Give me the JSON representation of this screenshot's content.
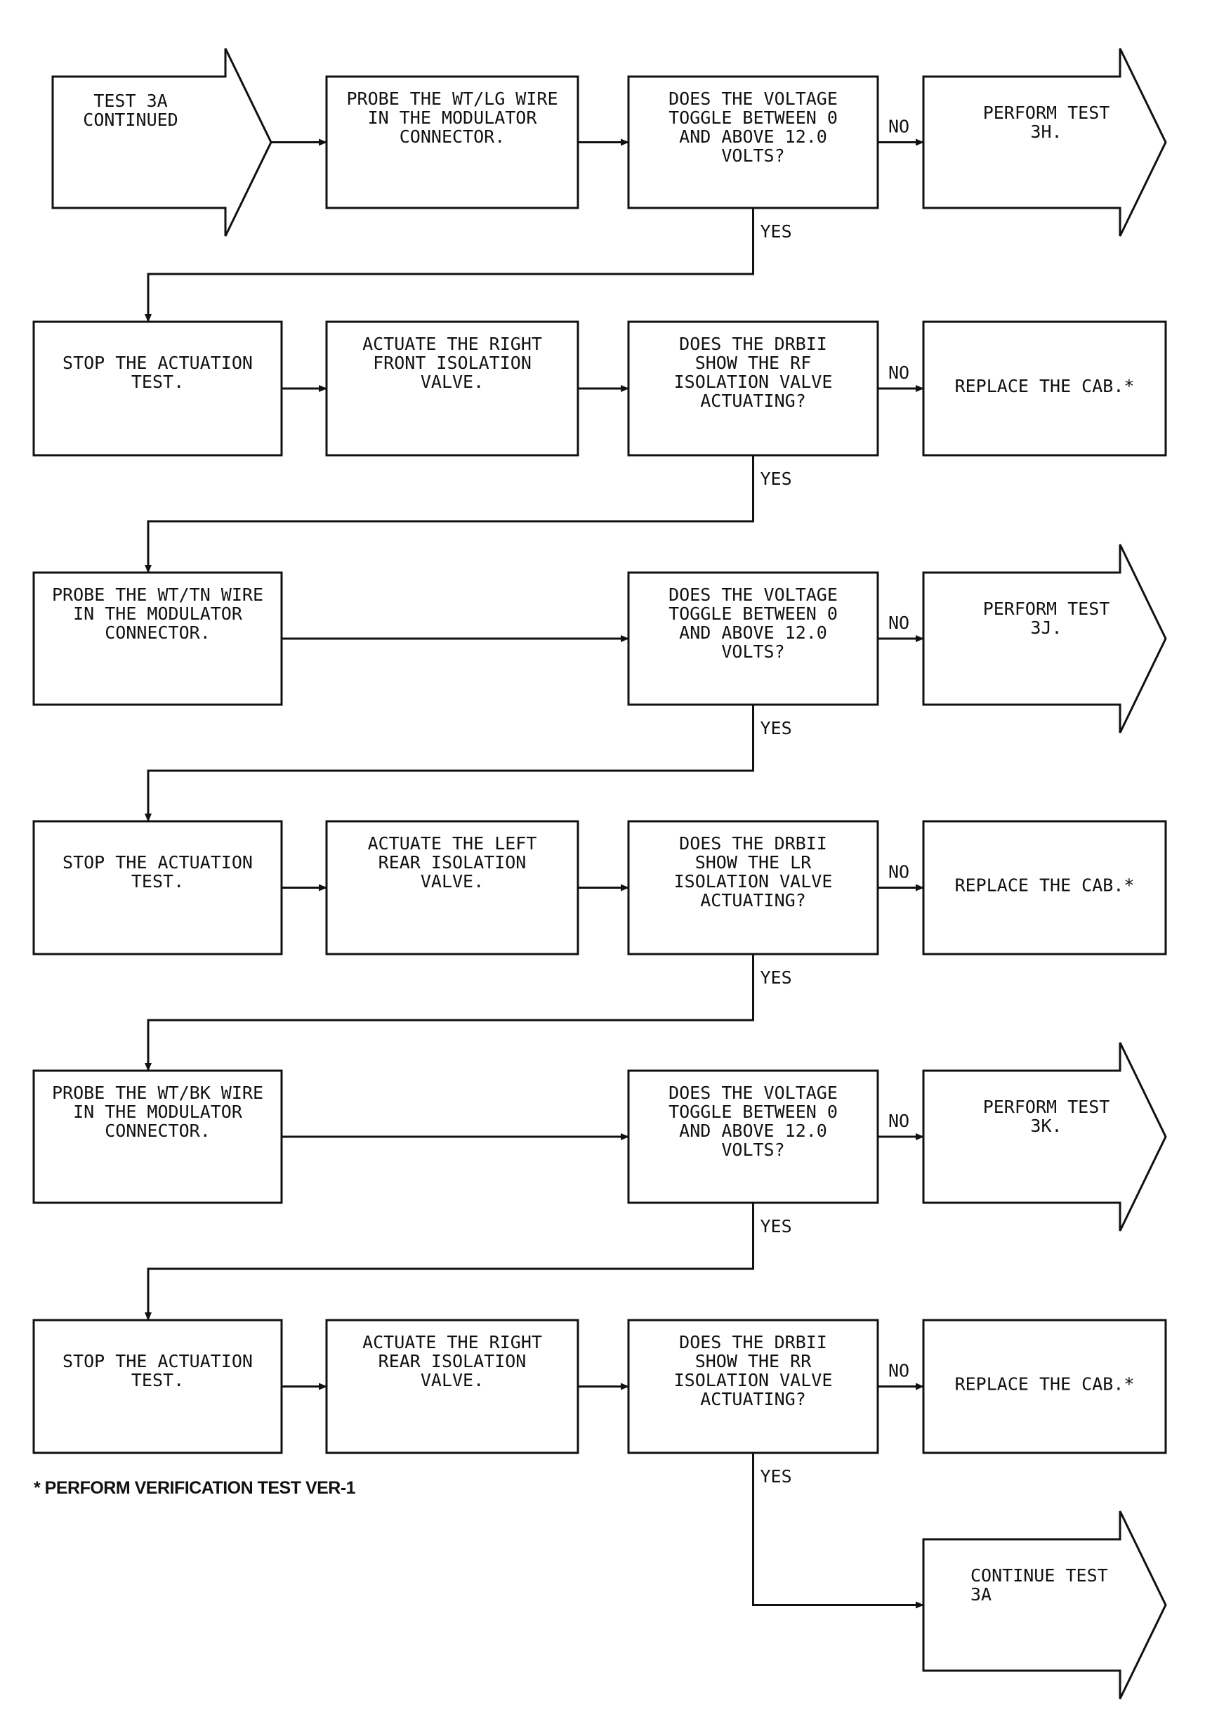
{
  "start": {
    "lines": [
      "TEST 3A",
      "CONTINUED"
    ]
  },
  "rows": [
    {
      "boxes": [
        {
          "lines": [
            "PROBE THE WT/LG WIRE",
            "IN THE MODULATOR",
            "CONNECTOR."
          ]
        },
        {
          "lines": [
            "DOES THE VOLTAGE",
            "TOGGLE BETWEEN 0",
            "AND ABOVE 12.0",
            "VOLTS?"
          ]
        }
      ],
      "no_label": "NO",
      "no_target": {
        "shape": "arrow",
        "lines": [
          "PERFORM TEST",
          "3H."
        ]
      },
      "yes_label": "YES"
    },
    {
      "boxes": [
        {
          "lines": [
            "STOP THE ACTUATION",
            "TEST."
          ]
        },
        {
          "lines": [
            "ACTUATE THE RIGHT",
            "FRONT ISOLATION",
            "VALVE."
          ]
        },
        {
          "lines": [
            "DOES THE DRBII",
            "SHOW THE RF",
            "ISOLATION VALVE",
            "ACTUATING?"
          ]
        }
      ],
      "no_label": "NO",
      "no_target": {
        "shape": "box",
        "lines": [
          "REPLACE THE CAB.*"
        ]
      },
      "yes_label": "YES"
    },
    {
      "boxes": [
        {
          "lines": [
            "PROBE THE WT/TN WIRE",
            "IN THE MODULATOR",
            "CONNECTOR."
          ]
        },
        {
          "lines": [
            "DOES THE VOLTAGE",
            "TOGGLE BETWEEN 0",
            "AND ABOVE 12.0",
            "VOLTS?"
          ]
        }
      ],
      "no_label": "NO",
      "no_target": {
        "shape": "arrow",
        "lines": [
          "PERFORM TEST",
          "3J."
        ]
      },
      "yes_label": "YES"
    },
    {
      "boxes": [
        {
          "lines": [
            "STOP THE ACTUATION",
            "TEST."
          ]
        },
        {
          "lines": [
            "ACTUATE THE LEFT",
            "REAR ISOLATION",
            "VALVE."
          ]
        },
        {
          "lines": [
            "DOES THE DRBII",
            "SHOW THE LR",
            "ISOLATION VALVE",
            "ACTUATING?"
          ]
        }
      ],
      "no_label": "NO",
      "no_target": {
        "shape": "box",
        "lines": [
          "REPLACE THE CAB.*"
        ]
      },
      "yes_label": "YES"
    },
    {
      "boxes": [
        {
          "lines": [
            "PROBE THE WT/BK WIRE",
            "IN THE MODULATOR",
            "CONNECTOR."
          ]
        },
        {
          "lines": [
            "DOES THE VOLTAGE",
            "TOGGLE BETWEEN 0",
            "AND ABOVE 12.0",
            "VOLTS?"
          ]
        }
      ],
      "no_label": "NO",
      "no_target": {
        "shape": "arrow",
        "lines": [
          "PERFORM TEST",
          "3K."
        ]
      },
      "yes_label": "YES"
    },
    {
      "boxes": [
        {
          "lines": [
            "STOP THE ACTUATION",
            "TEST."
          ]
        },
        {
          "lines": [
            "ACTUATE THE RIGHT",
            "REAR ISOLATION",
            "VALVE."
          ]
        },
        {
          "lines": [
            "DOES THE DRBII",
            "SHOW THE RR",
            "ISOLATION VALVE",
            "ACTUATING?"
          ]
        }
      ],
      "no_label": "NO",
      "no_target": {
        "shape": "box",
        "lines": [
          "REPLACE THE CAB.*"
        ]
      },
      "yes_label": "YES"
    }
  ],
  "end": {
    "lines": [
      "CONTINUE TEST",
      "3A"
    ]
  },
  "footnote": "* PERFORM VERIFICATION TEST VER-1",
  "colors": {
    "ink": "#111111",
    "background": "#ffffff"
  }
}
